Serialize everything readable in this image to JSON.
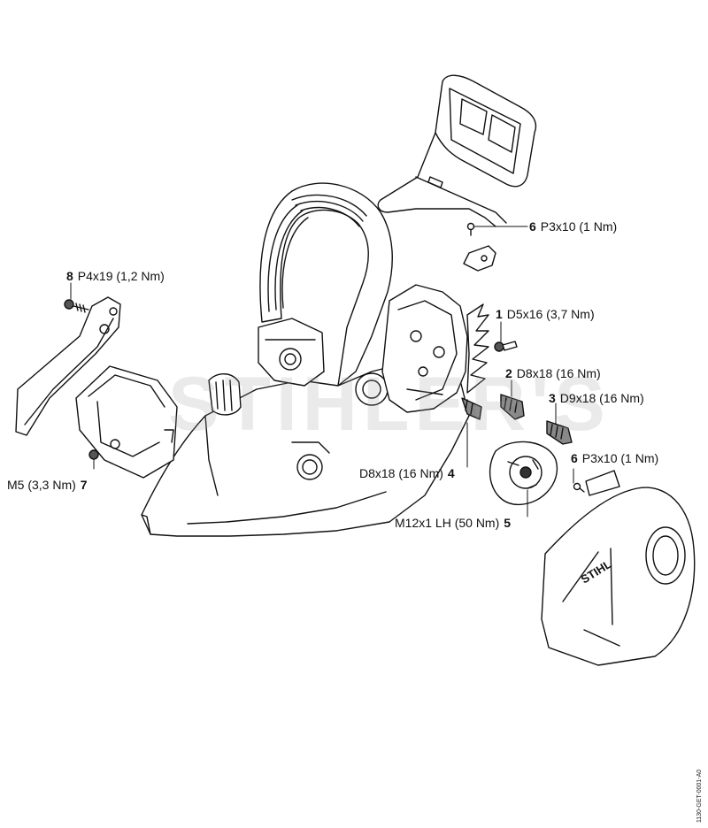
{
  "watermark": "STIHLER'S",
  "document_code": "1130-GET-0001-A0",
  "callouts": [
    {
      "num": "6",
      "spec": "P3x10 (1 Nm)"
    },
    {
      "num": "8",
      "spec": "P4x19 (1,2 Nm)"
    },
    {
      "num": "1",
      "spec": "D5x16 (3,7 Nm)"
    },
    {
      "num": "2",
      "spec": "D8x18 (16 Nm)"
    },
    {
      "num": "3",
      "spec": "D9x18 (16 Nm)"
    },
    {
      "num": "4",
      "spec": "D8x18 (16 Nm)"
    },
    {
      "num": "6",
      "spec": "P3x10 (1 Nm)"
    },
    {
      "num": "7",
      "spec": "M5 (3,3 Nm)"
    },
    {
      "num": "5",
      "spec": "M12x1 LH (50 Nm)"
    }
  ],
  "brand_mark": "STIHL"
}
